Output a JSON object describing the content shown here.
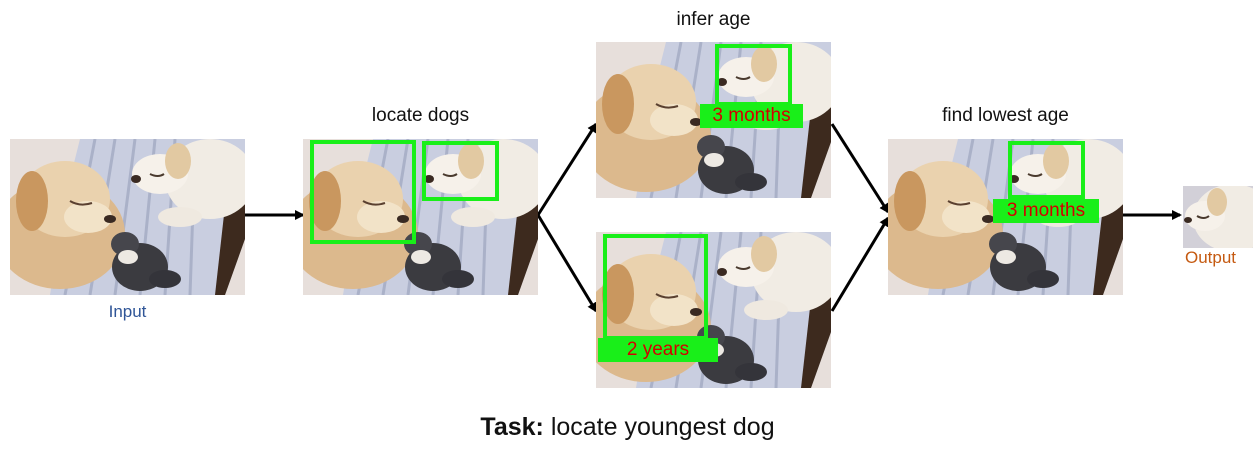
{
  "input_label": "Input",
  "output_label": "Output",
  "steps": {
    "locate": "locate dogs",
    "infer": "infer age",
    "lowest": "find lowest age"
  },
  "ages": {
    "puppy": "3 months",
    "adult": "2 years",
    "result": "3 months"
  },
  "task": {
    "prefix": "Task:",
    "text": "locate youngest dog"
  },
  "colors": {
    "box": "#19ef19",
    "age_text": "#d40000",
    "input_label": "#2f5597",
    "output_label": "#c55a11"
  }
}
